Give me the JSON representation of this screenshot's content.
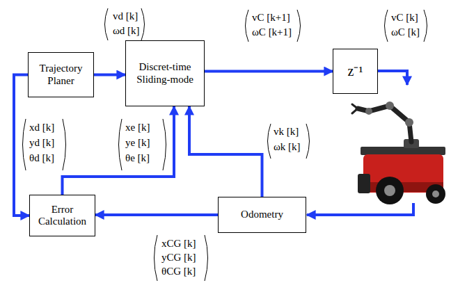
{
  "diagram": {
    "nodes": [
      {
        "text": [
          "Trajectory Planer"
        ]
      },
      {
        "text": [
          "Discret-time Sliding-mode"
        ]
      },
      {
        "text": [
          "z⁻¹"
        ]
      },
      {
        "text": [
          "Error Calculation"
        ]
      },
      {
        "text": [
          "Odometry"
        ]
      }
    ],
    "edges": [
      {
        "from": 0,
        "to": 1,
        "arrow": "to"
      },
      {
        "from": 1,
        "to": 2,
        "arrow": "to"
      },
      {
        "from": 0,
        "to": 3,
        "arrow": "to"
      },
      {
        "from": 4,
        "to": 3,
        "arrow": "to"
      },
      {
        "from": 3,
        "to": 1,
        "arrow": "to"
      },
      {
        "from": 4,
        "to": 1,
        "arrow": "to"
      }
    ],
    "labels": [
      "vd [k]",
      "ωd [k]",
      "vC [k+1]",
      "ωC [k+1]",
      "vC [k]",
      "ωC [k]",
      "xd [k]",
      "yd [k]",
      "θd [k]",
      "xe [k]",
      "ye [k]",
      "θe [k]",
      "vk [k]",
      "ωk [k]",
      "xCG [k]",
      "yCG [k]",
      "θCG [k]"
    ]
  }
}
